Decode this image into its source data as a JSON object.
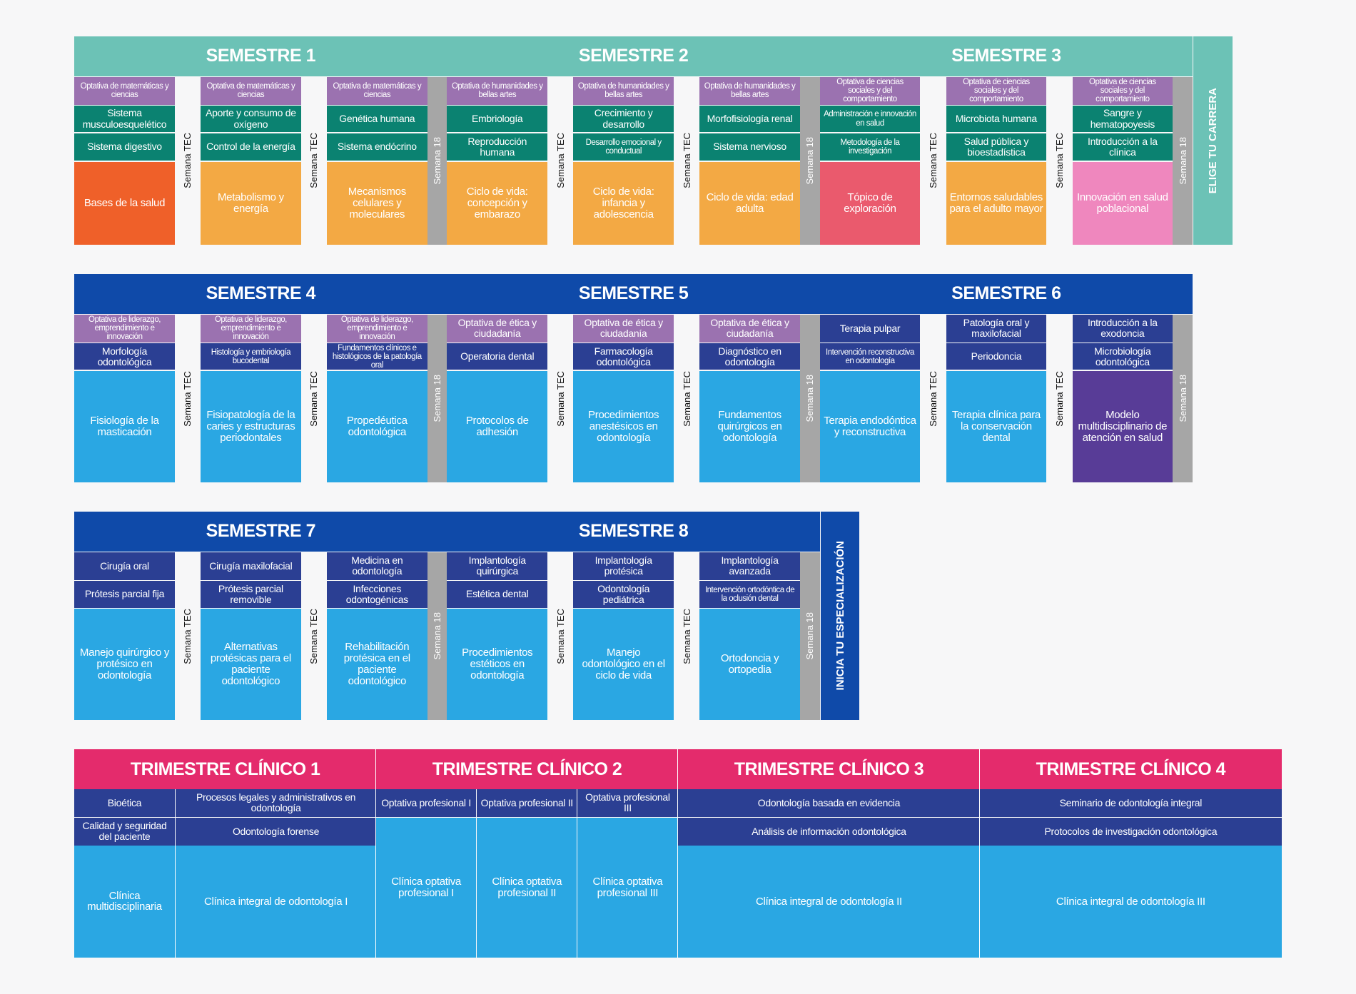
{
  "labels": {
    "semana_tec": "Semana TEC",
    "semana_18": "Semana 18",
    "elige": "ELIGE TU CARRERA",
    "inicia": "INICIA TU ESPECIALIZACIÓN"
  },
  "colors": {
    "teal": "#6cc2b6",
    "purple": "#9b72b0",
    "dark_teal": "#0b8271",
    "orange_red": "#ef6029",
    "orange": "#f3a944",
    "coral": "#ea5a6d",
    "pink": "#ef87be",
    "blue_header": "#0f4aa9",
    "navy": "#2b3f93",
    "light_blue": "#2aa7e3",
    "violet": "#583c97",
    "magenta": "#e42b6c",
    "grey": "#a6a6a6"
  },
  "semesters": [
    {
      "title": "SEMESTRE 1",
      "cols": [
        {
          "r1": "Optativa de matemáticas y ciencias",
          "r2": "Sistema musculoesquelético",
          "r3": "Sistema digestivo",
          "main": "Bases de la salud"
        },
        {
          "r1": "Optativa de matemáticas y ciencias",
          "r2": "Aporte y consumo de oxígeno",
          "r3": "Control de la energía",
          "main": "Metabolismo y energía"
        },
        {
          "r1": "Optativa de matemáticas y ciencias",
          "r2": "Genética humana",
          "r3": "Sistema endócrino",
          "main": "Mecanismos celulares y moleculares"
        }
      ]
    },
    {
      "title": "SEMESTRE 2",
      "cols": [
        {
          "r1": "Optativa de humanidades y bellas artes",
          "r2": "Embriología",
          "r3": "Reproducción humana",
          "main": "Ciclo de vida: concepción y embarazo"
        },
        {
          "r1": "Optativa de humanidades y bellas artes",
          "r2": "Crecimiento y desarrollo",
          "r3": "Desarrollo emocional y conductual",
          "main": "Ciclo de vida: infancia y adolescencia"
        },
        {
          "r1": "Optativa de humanidades y bellas artes",
          "r2": "Morfofisiología renal",
          "r3": "Sistema nervioso",
          "main": "Ciclo de vida: edad adulta"
        }
      ]
    },
    {
      "title": "SEMESTRE 3",
      "cols": [
        {
          "r1": "Optativa de ciencias sociales y del comportamiento",
          "r2": "Administración e innovación en salud",
          "r3": "Metodología de la investigación",
          "main": "Tópico de exploración"
        },
        {
          "r1": "Optativa de ciencias sociales y del comportamiento",
          "r2": "Microbiota humana",
          "r3": "Salud pública y bioestadística",
          "main": "Entornos saludables para el adulto mayor"
        },
        {
          "r1": "Optativa de ciencias sociales y del comportamiento",
          "r2": "Sangre y hematopoyesis",
          "r3": "Introducción a la clínica",
          "main": "Innovación en salud poblacional"
        }
      ]
    },
    {
      "title": "SEMESTRE 4",
      "cols": [
        {
          "r1": "Optativa de liderazgo, emprendimiento e innovación",
          "r2": "Morfología odontológica",
          "main": "Fisiología de la masticación"
        },
        {
          "r1": "Optativa de liderazgo, emprendimiento e innovación",
          "r2": "Histología y embriología bucodental",
          "main": "Fisiopatología de la caries y estructuras periodontales"
        },
        {
          "r1": "Optativa de liderazgo, emprendimiento e innovación",
          "r2": "Fundamentos clínicos e histológicos de la patología oral",
          "main": "Propedéutica odontológica"
        }
      ]
    },
    {
      "title": "SEMESTRE 5",
      "cols": [
        {
          "r1": "Optativa de ética y ciudadanía",
          "r2": "Operatoria dental",
          "main": "Protocolos de adhesión"
        },
        {
          "r1": "Optativa de ética y ciudadanía",
          "r2": "Farmacología odontológica",
          "main": "Procedimientos anestésicos en odontología"
        },
        {
          "r1": "Optativa de ética y ciudadanía",
          "r2": "Diagnóstico en odontología",
          "main": "Fundamentos quirúrgicos en odontología"
        }
      ]
    },
    {
      "title": "SEMESTRE 6",
      "cols": [
        {
          "r1": "Terapia pulpar",
          "r2": "Intervención reconstructiva en odontología",
          "main": "Terapia endodóntica y reconstructiva"
        },
        {
          "r1": "Patología oral y maxilofacial",
          "r2": "Periodoncia",
          "main": "Terapia clínica para la conservación dental"
        },
        {
          "r1": "Introducción a la exodoncia",
          "r2": "Microbiología odontológica",
          "main": "Modelo multidisciplinario de atención en salud"
        }
      ]
    },
    {
      "title": "SEMESTRE 7",
      "cols": [
        {
          "r1": "Cirugía oral",
          "r2": "Prótesis parcial fija",
          "main": "Manejo quirúrgico y protésico en odontología"
        },
        {
          "r1": "Cirugía maxilofacial",
          "r2": "Prótesis parcial removible",
          "main": "Alternativas protésicas para el paciente odontológico"
        },
        {
          "r1": "Medicina en odontología",
          "r2": "Infecciones odontogénicas",
          "main": "Rehabilitación protésica en el paciente odontológico"
        }
      ]
    },
    {
      "title": "SEMESTRE 8",
      "cols": [
        {
          "r1": "Implantología quirúrgica",
          "r2": "Estética dental",
          "main": "Procedimientos estéticos en odontología"
        },
        {
          "r1": "Implantología protésica",
          "r2": "Odontología pediátrica",
          "main": "Manejo odontológico en el ciclo de vida"
        },
        {
          "r1": "Implantología avanzada",
          "r2": "Intervención ortodóntica de la oclusión dental",
          "main": "Ortodoncia y ortopedia"
        }
      ]
    }
  ],
  "trimesters": [
    {
      "title": "TRIMESTRE  CLÍNICO 1",
      "a_r1": "Bioética",
      "a_r2": "Calidad y seguridad del paciente",
      "a_main": "Clínica multidisciplinaria",
      "b_r1": "Procesos legales y administrativos en odontología",
      "b_r2": "Odontología forense",
      "b_main": "Clínica integral de odontología I"
    },
    {
      "title": "TRIMESTRE  CLÍNICO 2",
      "c1_r1": "Optativa profesional I",
      "c1_main": "Clínica optativa profesional I",
      "c2_r1": "Optativa profesional II",
      "c2_main": "Clínica optativa profesional II",
      "c3_r1": "Optativa profesional III",
      "c3_main": "Clínica optativa profesional III"
    },
    {
      "title": "TRIMESTRE  CLÍNICO 3",
      "r1": "Odontología basada en evidencia",
      "r2": "Análisis de información odontológica",
      "main": "Clínica integral de odontología II"
    },
    {
      "title": "TRIMESTRE  CLÍNICO 4",
      "r1": "Seminario de odontología integral",
      "r2": "Protocolos de investigación odontológica",
      "main": "Clínica integral de odontología III"
    }
  ]
}
